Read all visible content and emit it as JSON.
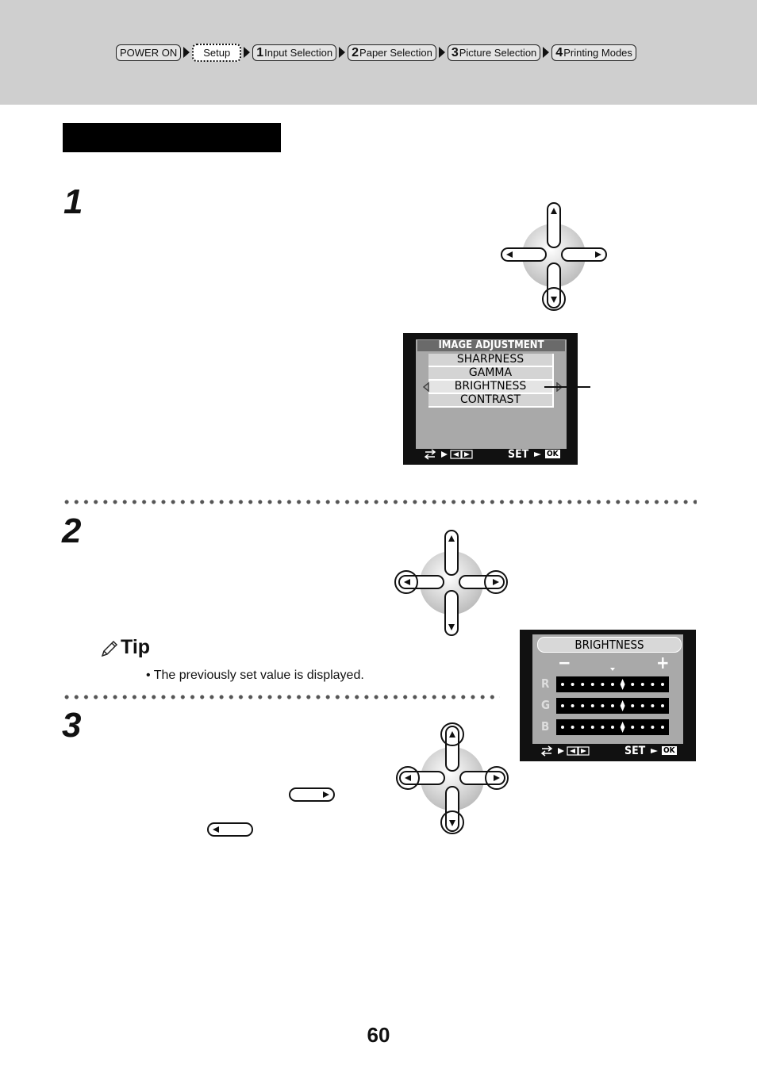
{
  "breadcrumb": {
    "power_on": "POWER ON",
    "setup": "Setup",
    "step1_num": "1",
    "step1_label": "Input Selection",
    "step2_num": "2",
    "step2_label": "Paper Selection",
    "step3_num": "3",
    "step3_label": "Picture Selection",
    "step4_num": "4",
    "step4_label": "Printing Modes"
  },
  "steps": {
    "one": "1",
    "two": "2",
    "three": "3"
  },
  "menu_screen": {
    "title": "IMAGE ADJUSTMENT",
    "items": [
      "SHARPNESS",
      "GAMMA",
      "BRIGHTNESS",
      "CONTRAST"
    ],
    "footer_set": "SET",
    "footer_ok": "OK"
  },
  "brightness_screen": {
    "title": "BRIGHTNESS",
    "minus": "−",
    "plus": "+",
    "channels": [
      "R",
      "G",
      "B"
    ],
    "footer_set": "SET",
    "footer_ok": "OK"
  },
  "tip": {
    "heading": "Tip",
    "bullet": "• The previously set value is displayed."
  },
  "page_number": "60"
}
